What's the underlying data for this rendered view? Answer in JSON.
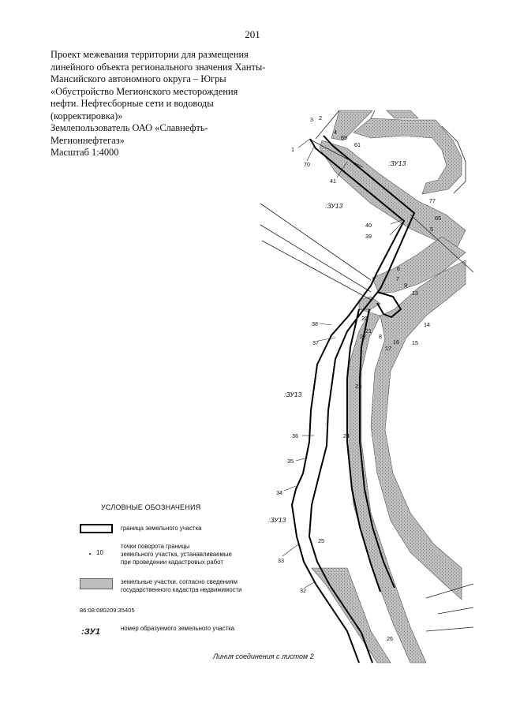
{
  "page_number": "201",
  "header": {
    "lines": [
      "Проект межевания территории для размещения",
      "линейного объекта регионального значения Ханты-",
      "Мансийского автономного округа – Югры",
      "«Обустройство Мегионского месторождения",
      "нефти. Нефтесборные сети и водоводы",
      "(корректировка)»",
      "Землепользователь ОАО «Славнефть-",
      "Мегионнефтегаз»",
      "Масштаб 1:4000"
    ]
  },
  "map": {
    "point_labels": {
      "p1": "1",
      "p2": "2",
      "p3": "3",
      "p4": "4",
      "p5": "5",
      "p6": "6",
      "p7": "7",
      "p8": "8",
      "p9": "9",
      "p13": "13",
      "p14": "14",
      "p15": "15",
      "p16": "16",
      "p17": "17",
      "p20": "20",
      "p21": "21",
      "p22": "22",
      "p23": "23",
      "p24": "24",
      "p25": "25",
      "p26": "26",
      "p32": "32",
      "p33": "33",
      "p34": "34",
      "p35": "35",
      "p36": "36",
      "p37": "37",
      "p38": "38",
      "p39": "39",
      "p40": "40",
      "p41": "41",
      "p61": "61",
      "p65": "65",
      "p69": "69",
      "p70": "70",
      "p77": "77"
    },
    "parcel_labels": [
      ":ЗУ13",
      ":ЗУ13",
      ":ЗУ13",
      ":ЗУ13"
    ],
    "colors": {
      "boundary": "#000000",
      "cadastral_fill": "#bdbdbd",
      "line": "#222222"
    }
  },
  "legend": {
    "title": "УСЛОВНЫЕ ОБОЗНАЧЕНИЯ",
    "boundary_text": "граница земельного участка",
    "turn_point_sample_number": "10",
    "turn_point_text": [
      "точки поворота границы",
      "земельного участка, устанавливаемые",
      "при проведении кадастровых работ"
    ],
    "cadastral_text": [
      "земельные участки, согласно сведениям",
      "государственного кадастра недвижимости"
    ],
    "cadastral_number": "86:08:080209:35405",
    "new_parcel_sample": ":ЗУ1",
    "new_parcel_text": "номер образуемого земельного участка"
  },
  "match_line": "Линия соединения с листом 2"
}
